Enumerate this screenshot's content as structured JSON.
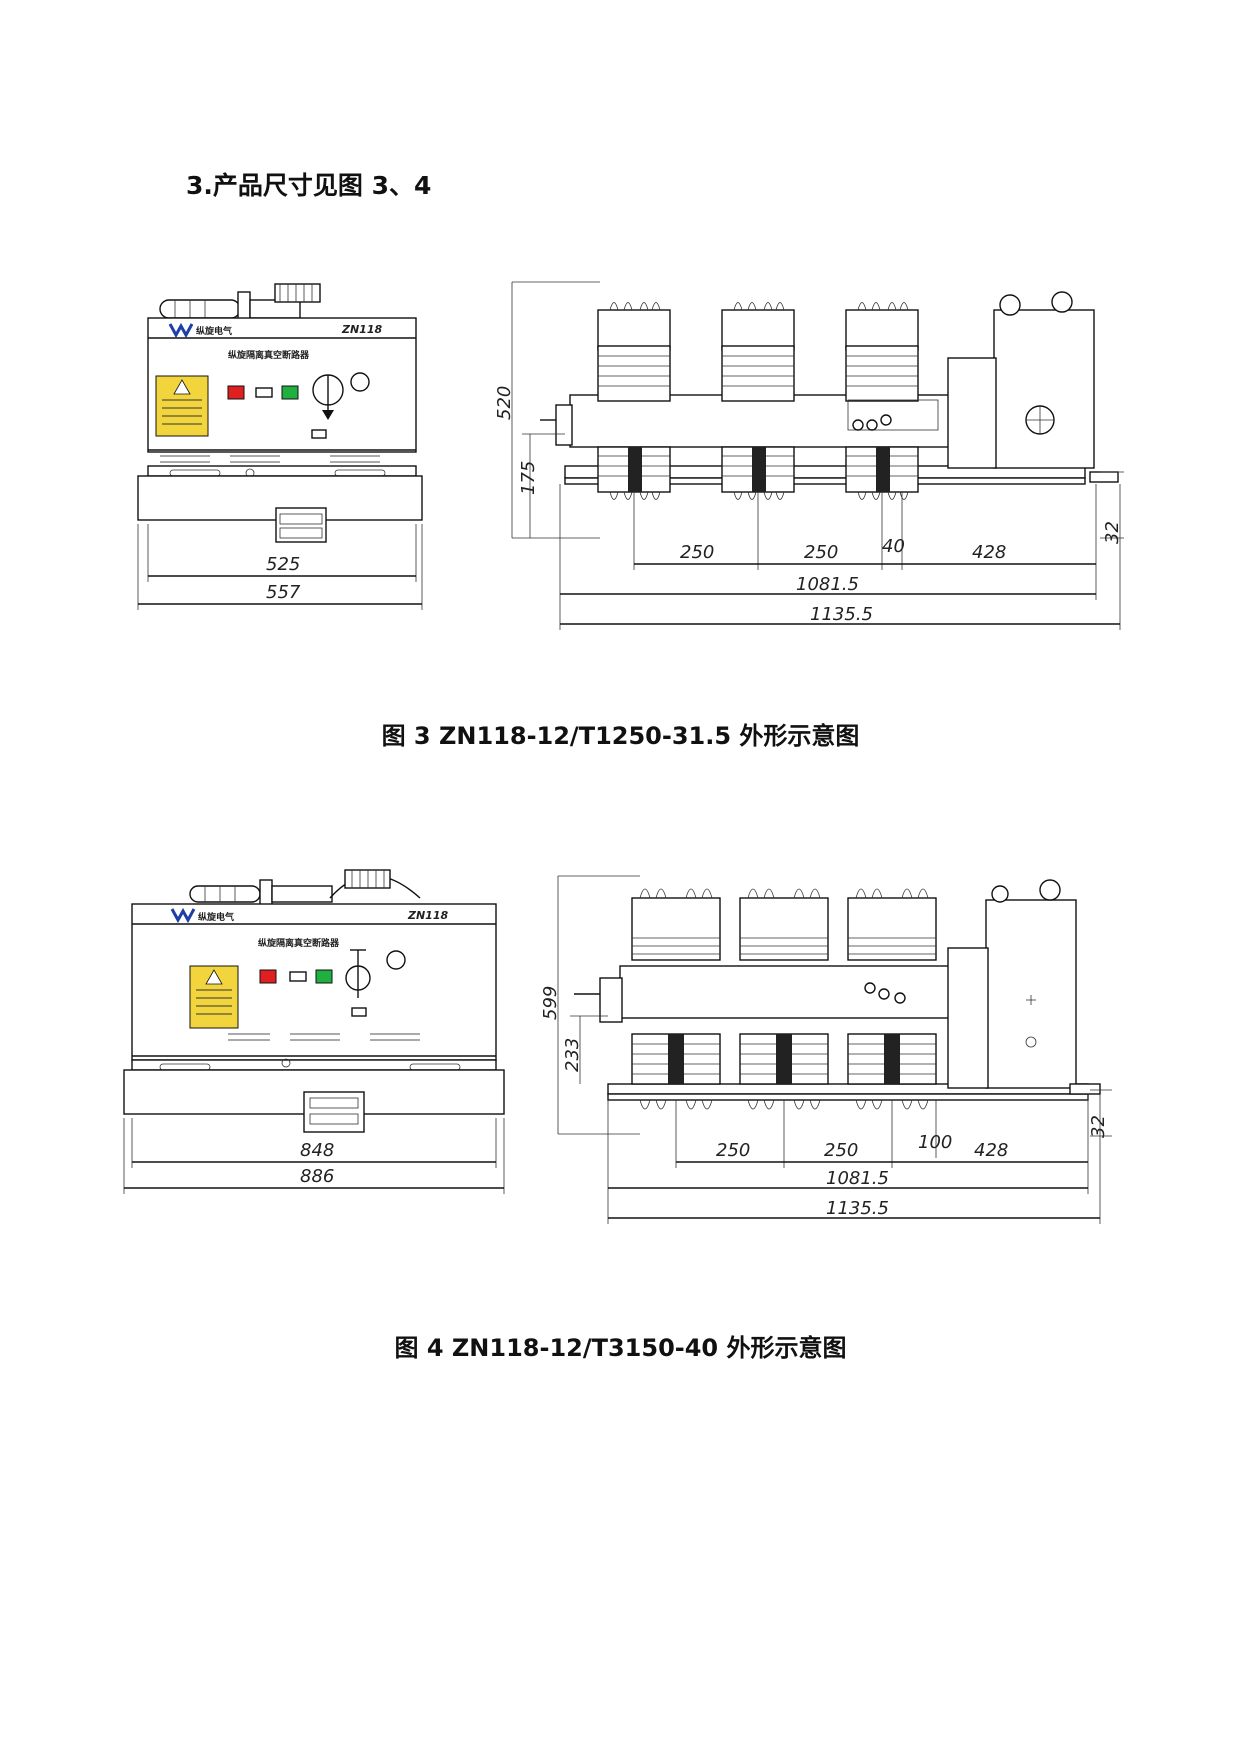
{
  "heading": "3.产品尺寸见图 3、4",
  "figures": [
    {
      "caption": "图 3    ZN118-12/T1250-31.5 外形示意图",
      "front": {
        "brand_text": "纵旋电气",
        "model_text": "ZN118",
        "panel_title": "纵旋隔离真空断路器",
        "dims": {
          "inner_width": "525",
          "outer_width": "557"
        }
      },
      "side": {
        "dims": {
          "height": "520",
          "lower": "175",
          "pitch1": "250",
          "pitch2": "250",
          "gap": "40",
          "mech": "428",
          "overall1": "1081.5",
          "overall2": "1135.5",
          "base": "32"
        }
      }
    },
    {
      "caption": "图 4    ZN118-12/T3150-40 外形示意图",
      "front": {
        "brand_text": "纵旋电气",
        "model_text": "ZN118",
        "panel_title": "纵旋隔离真空断路器",
        "dims": {
          "inner_width": "848",
          "outer_width": "886"
        }
      },
      "side": {
        "dims": {
          "height": "599",
          "lower": "233",
          "pitch1": "250",
          "pitch2": "250",
          "gap": "100",
          "mech": "428",
          "overall1": "1081.5",
          "overall2": "1135.5",
          "base": "32"
        }
      }
    }
  ],
  "colors": {
    "red_indicator": "#e02020",
    "green_indicator": "#20b040",
    "warning_label": "#f2d53c",
    "logo_blue": "#1e3ea8"
  }
}
